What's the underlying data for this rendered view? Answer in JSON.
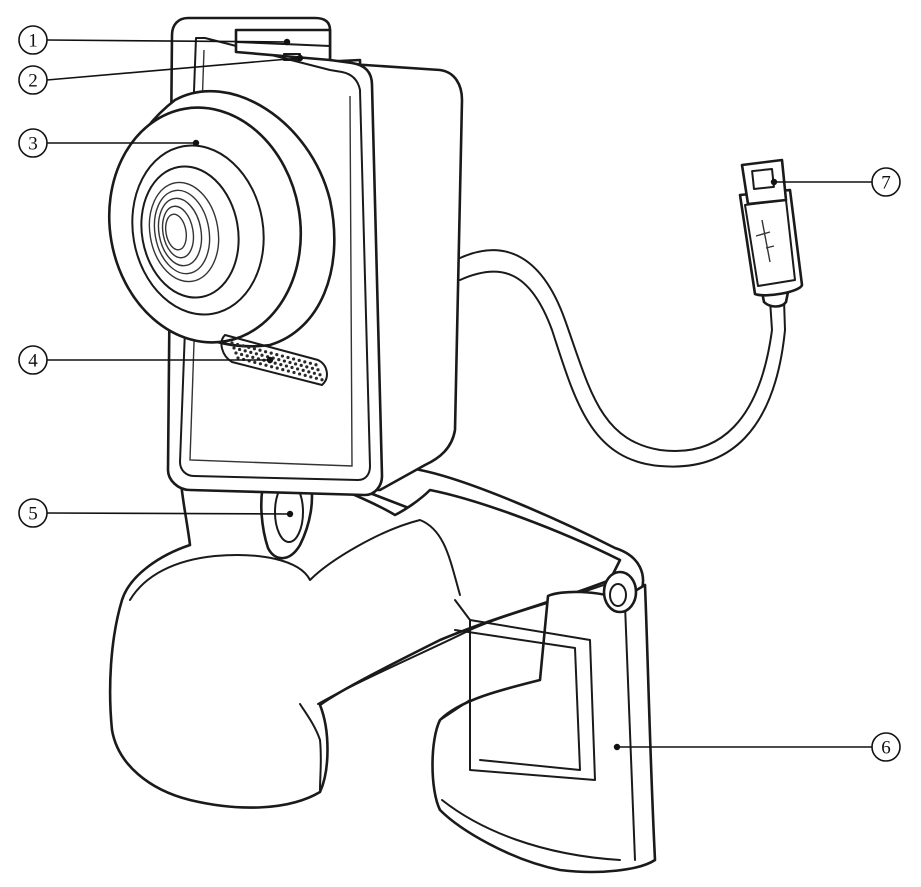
{
  "callouts": [
    {
      "id": "1",
      "label": "1"
    },
    {
      "id": "2",
      "label": "2"
    },
    {
      "id": "3",
      "label": "3"
    },
    {
      "id": "4",
      "label": "4"
    },
    {
      "id": "5",
      "label": "5"
    },
    {
      "id": "6",
      "label": "6"
    },
    {
      "id": "7",
      "label": "7"
    }
  ],
  "palette": {
    "line": "#1a1a1a",
    "fill": "#ffffff"
  }
}
